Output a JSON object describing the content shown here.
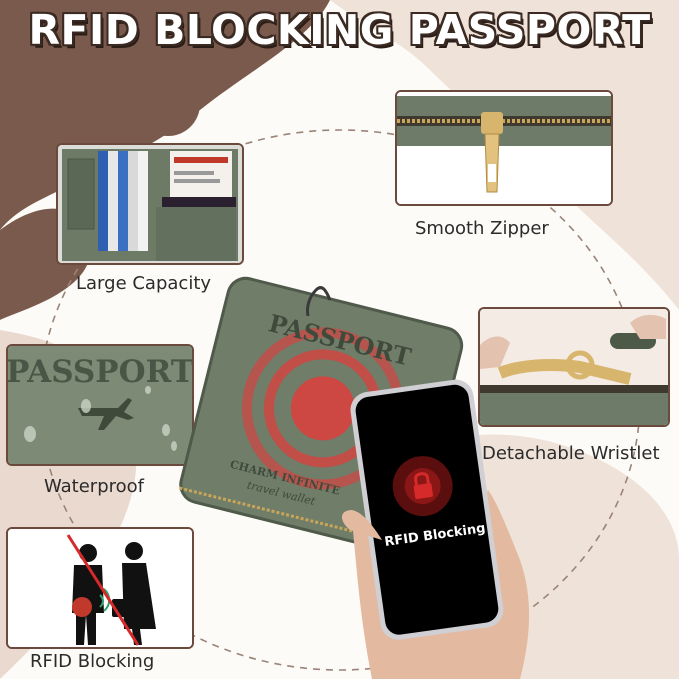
{
  "title": "RFID BLOCKING PASSPORT",
  "features": {
    "large_capacity": "Large Capacity",
    "smooth_zipper": "Smooth Zipper",
    "waterproof": "Waterproof",
    "detachable_wristlet": "Detachable Wristlet",
    "rfid_blocking": "RFID Blocking"
  },
  "product": {
    "cover_text": "PASSPORT",
    "brand": "CHARM INFINITE",
    "subtitle": "travel wallet"
  },
  "phone": {
    "screen_label": "RFID Blocking"
  },
  "colors": {
    "accent_brown": "#6b4a3d",
    "wallet_green": "#6f7d69",
    "rfid_red": "#d62a2a",
    "beige": "#e9d9cf"
  }
}
